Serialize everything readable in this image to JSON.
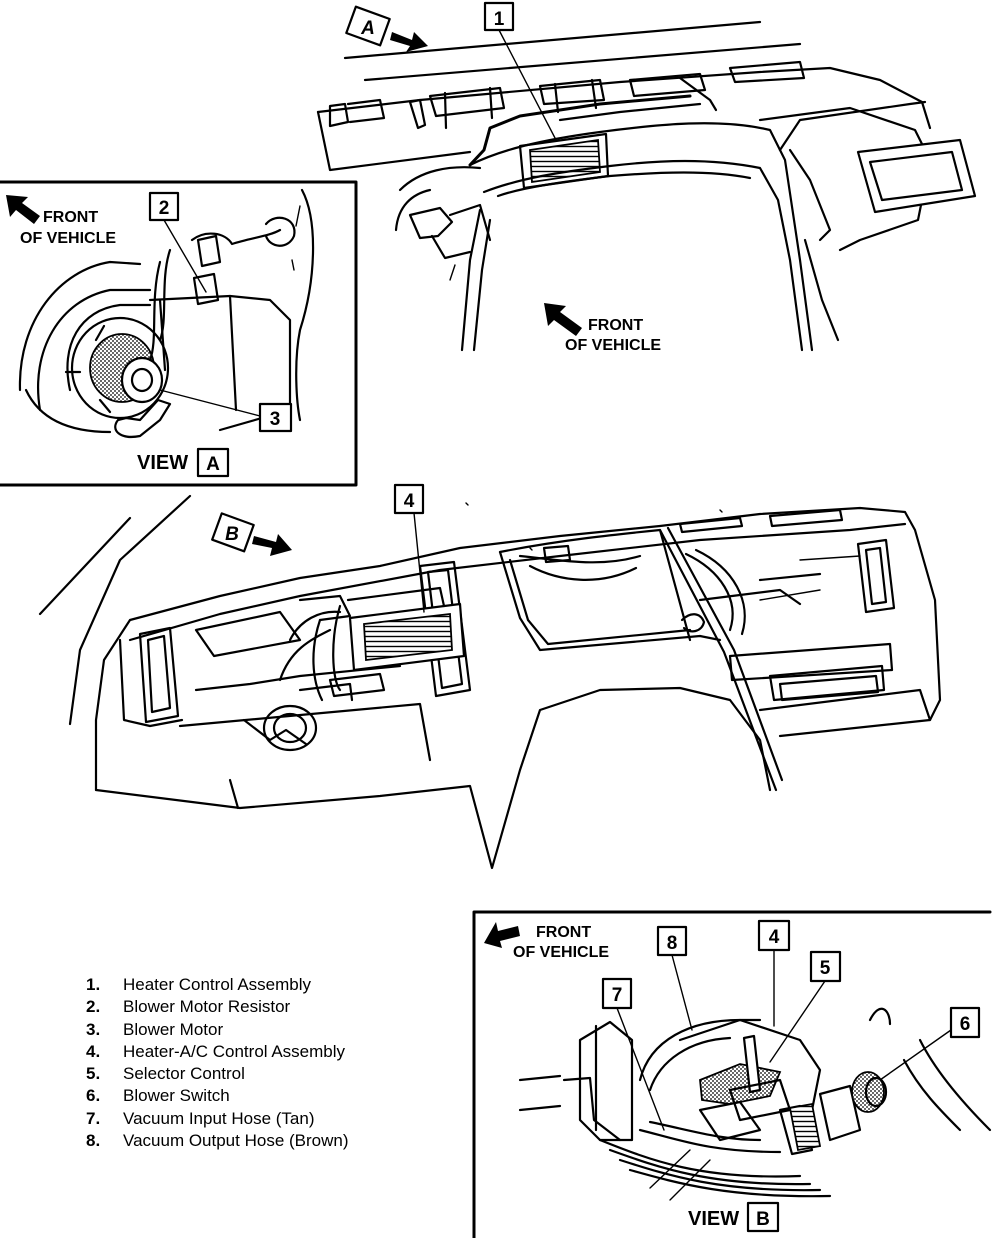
{
  "callouts": {
    "c1": "1",
    "c2": "2",
    "c3": "3",
    "c4_top": "4",
    "c4_inset": "4",
    "c5": "5",
    "c6": "6",
    "c7": "7",
    "c8": "8"
  },
  "view_tags": {
    "a_arrow": "A",
    "b_arrow": "B",
    "a_view": "A",
    "b_view": "B"
  },
  "labels": {
    "front_line1": "FRONT",
    "front_line2": "OF VEHICLE",
    "view_word": "VIEW"
  },
  "legend": [
    {
      "num": "1.",
      "text": "Heater Control Assembly"
    },
    {
      "num": "2.",
      "text": "Blower Motor Resistor"
    },
    {
      "num": "3.",
      "text": "Blower Motor"
    },
    {
      "num": "4.",
      "text": "Heater-A/C Control Assembly"
    },
    {
      "num": "5.",
      "text": "Selector Control"
    },
    {
      "num": "6.",
      "text": "Blower Switch"
    },
    {
      "num": "7.",
      "text": "Vacuum Input Hose (Tan)"
    },
    {
      "num": "8.",
      "text": "Vacuum Output Hose (Brown)"
    }
  ]
}
